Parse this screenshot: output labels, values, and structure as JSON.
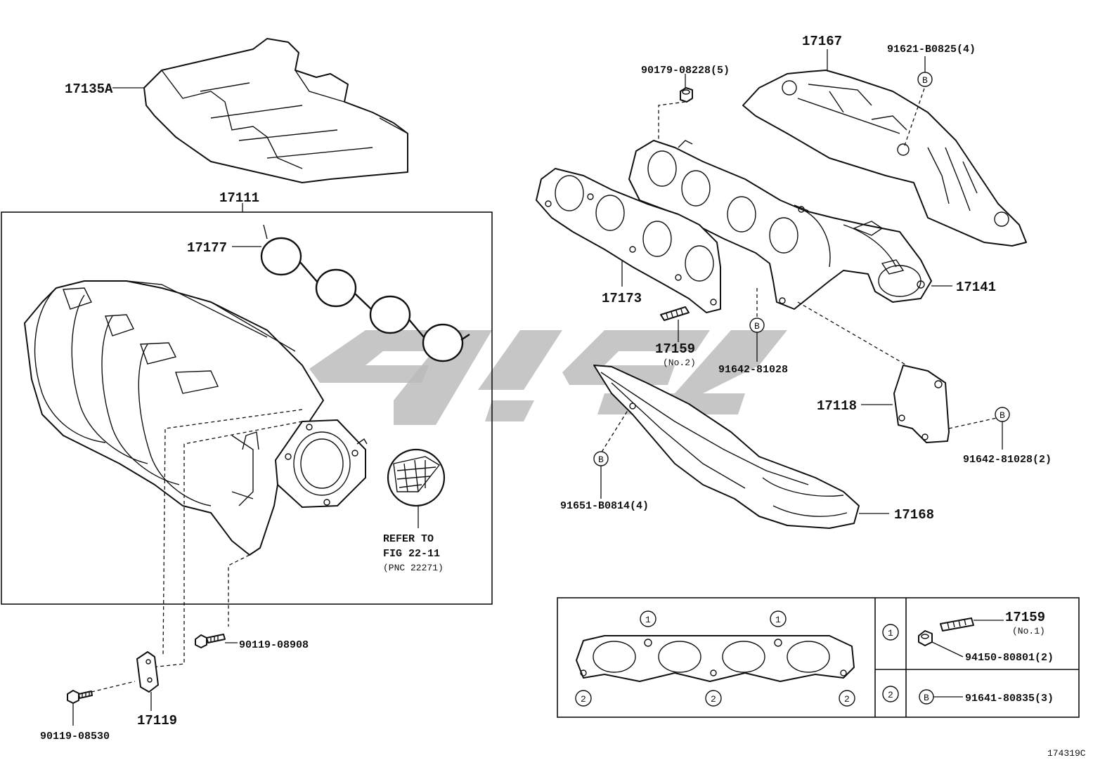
{
  "diagram": {
    "corner_code": "174319C",
    "parts": {
      "p17135A": "17135A",
      "p17111": "17111",
      "p17177": "17177",
      "p17167": "17167",
      "p91621": "91621-B0825(4)",
      "p90179": "90179-08228(5)",
      "p17173": "17173",
      "p17141": "17141",
      "p17159_no2_num": "17159",
      "p17159_no2_sub": "(No.2)",
      "p91642a": "91642-81028",
      "p17118": "17118",
      "p91642b": "91642-81028(2)",
      "p91651": "91651-B0814(4)",
      "p17168": "17168",
      "p90119_08908": "90119-08908",
      "p90119_08530": "90119-08530",
      "p17119": "17119"
    },
    "refer_note": [
      "REFER TO",
      "FIG 22-11",
      "(PNC 22271)"
    ],
    "callout_marks": {
      "one": "1",
      "two": "2",
      "bolt": "B"
    },
    "legend": {
      "row1_part": "17159",
      "row1_sub": "(No.1)",
      "row1_nut": "94150-80801(2)",
      "row2_bolt": "91641-80835(3)"
    }
  }
}
